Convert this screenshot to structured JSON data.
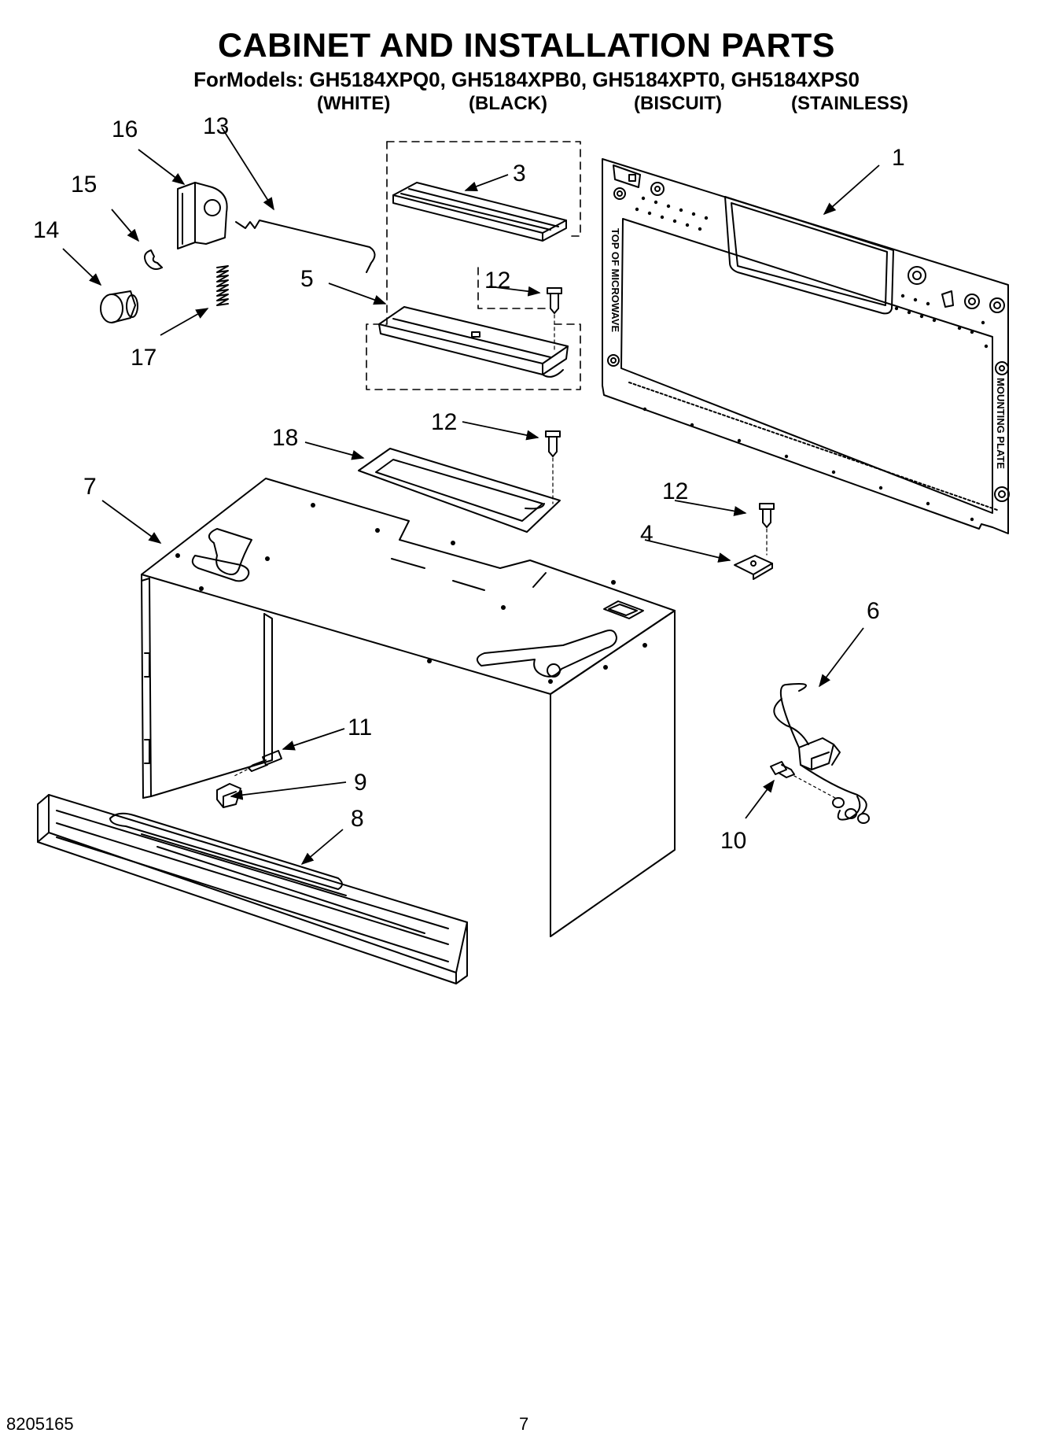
{
  "header": {
    "title": "CABINET AND INSTALLATION PARTS",
    "models_line": "ForModels: GH5184XPQ0, GH5184XPB0, GH5184XPT0, GH5184XPS0",
    "finishes": [
      "(WHITE)",
      "(BLACK)",
      "(BISCUIT)",
      "(STAINLESS)"
    ]
  },
  "plate_labels": {
    "side": "TOP OF MICROWAVE",
    "right": "MOUNTING PLATE"
  },
  "callouts": {
    "p1": "1",
    "p3": "3",
    "p4": "4",
    "p5": "5",
    "p6": "6",
    "p7": "7",
    "p8": "8",
    "p9": "9",
    "p10": "10",
    "p11": "11",
    "p12a": "12",
    "p12b": "12",
    "p12c": "12",
    "p13": "13",
    "p14": "14",
    "p15": "15",
    "p16": "16",
    "p17": "17",
    "p18": "18"
  },
  "footer": {
    "part_number": "8205165",
    "page_number": "7"
  }
}
